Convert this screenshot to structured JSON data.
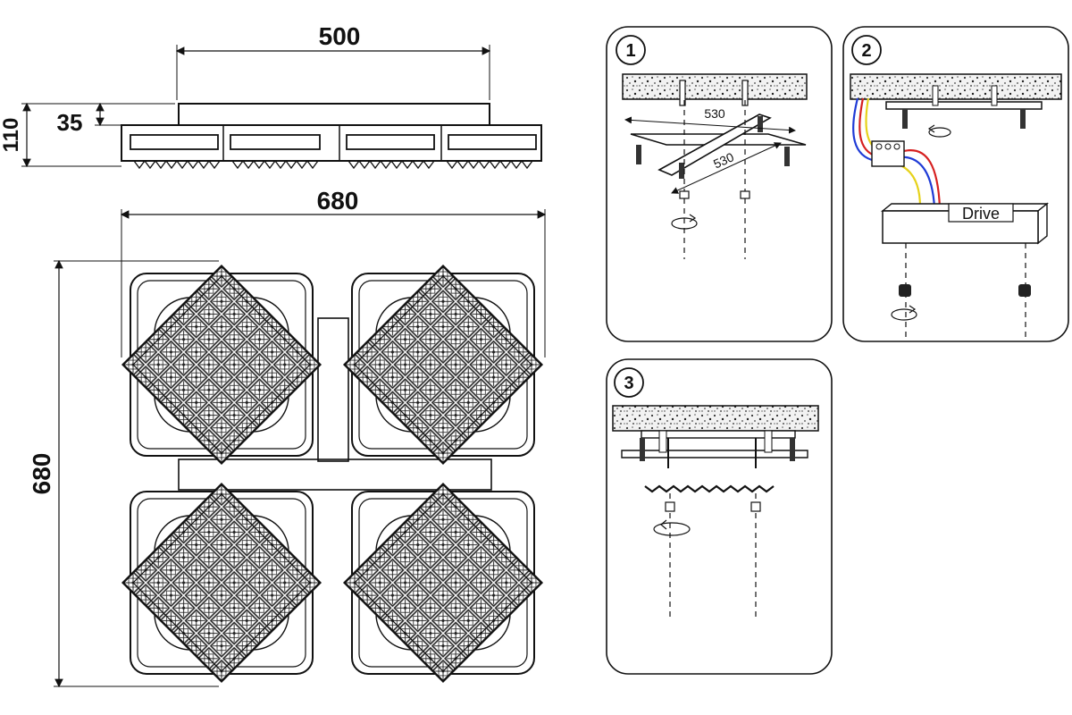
{
  "dimensions": {
    "top_width": "500",
    "height_total": "110",
    "height_base": "35",
    "plan_width": "680",
    "plan_depth": "680"
  },
  "steps": [
    {
      "number": "1",
      "measure_a": "530",
      "measure_b": "530"
    },
    {
      "number": "2",
      "driver_label": "Drive"
    },
    {
      "number": "3"
    }
  ],
  "colors": {
    "line": "#222222",
    "wire_red": "#d62020",
    "wire_blue": "#1f3bd6",
    "wire_yellow": "#e6d21a",
    "wire_green": "#2aa84a"
  },
  "icons": [
    "rotate-arrow-icon",
    "screw-icon",
    "terminal-block-icon",
    "cap-nut-icon"
  ]
}
